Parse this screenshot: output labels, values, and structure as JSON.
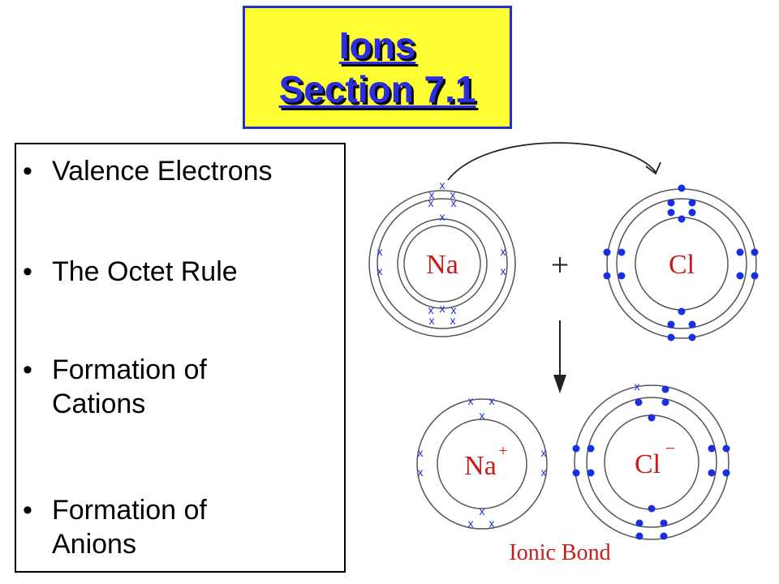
{
  "title": {
    "line1": "Ions",
    "line2": "Section 7.1"
  },
  "topics": [
    {
      "bullet": "•",
      "line1": "Valence Electrons",
      "line2": ""
    },
    {
      "bullet": "•",
      "line1": "The Octet Rule",
      "line2": ""
    },
    {
      "bullet": "•",
      "line1": "Formation of",
      "line2": "Cations"
    },
    {
      "bullet": "•",
      "line1": "Formation of",
      "line2": "Anions"
    }
  ],
  "diagram": {
    "na_label": "Na",
    "cl_label": "Cl",
    "plus_sign": "+",
    "na_ion_label": "Na",
    "na_ion_charge": "+",
    "cl_ion_label": "Cl",
    "cl_ion_charge": "−",
    "caption": "Ionic Bond",
    "electron_x_mark": "x",
    "colors": {
      "electron": "#1a2ee0",
      "element_label": "#cc1a1a",
      "caption": "#cc1a1a",
      "shell": "#555555",
      "arrow": "#222222"
    }
  }
}
